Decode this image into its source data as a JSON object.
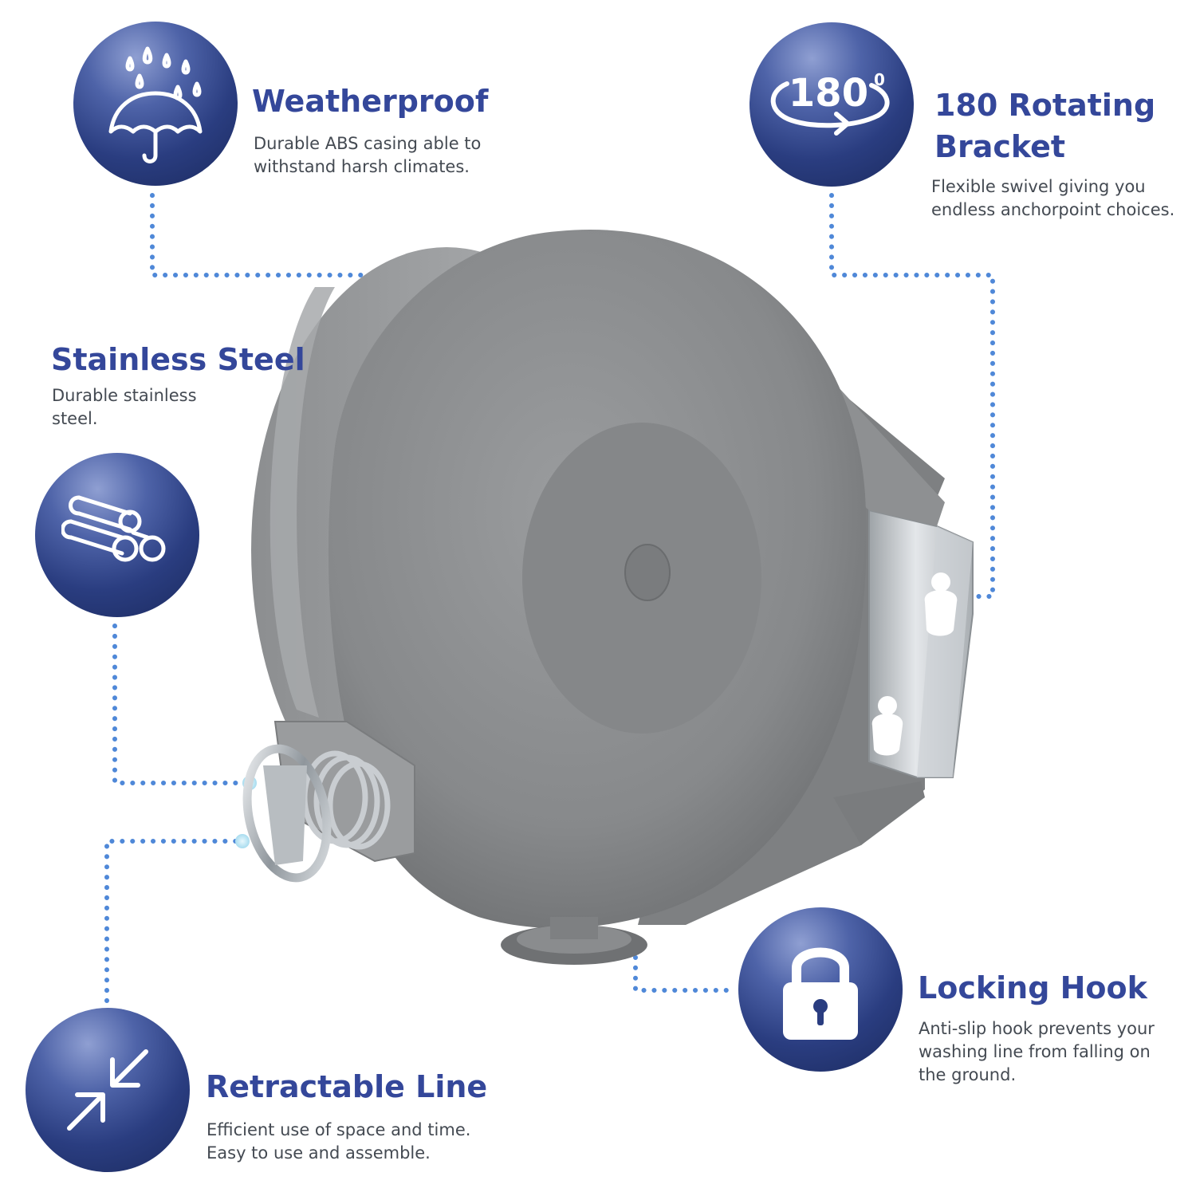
{
  "features": {
    "weatherproof": {
      "title": "Weatherproof",
      "desc_line1": "Durable ABS casing able to",
      "desc_line2": "withstand harsh climates.",
      "icon": "umbrella-rain-icon"
    },
    "rotating": {
      "title_line1": "180 Rotating",
      "title_line2": "Bracket",
      "desc_line1": "Flexible swivel giving you",
      "desc_line2": "endless anchorpoint choices.",
      "icon": "rotate-180-icon",
      "badge_main": "180",
      "badge_sup": "0"
    },
    "steel": {
      "title": "Stainless Steel",
      "desc_line1": "Durable stainless",
      "desc_line2": "steel.",
      "icon": "steel-pipes-icon"
    },
    "retractable": {
      "title": "Retractable Line",
      "desc_line1": "Efficient use of space and time.",
      "desc_line2": "Easy to use and assemble.",
      "icon": "retract-arrows-icon"
    },
    "locking": {
      "title": "Locking Hook",
      "desc_line1": "Anti-slip hook prevents your",
      "desc_line2": "washing line from falling on",
      "desc_line3": "the ground.",
      "icon": "padlock-icon"
    }
  },
  "colors": {
    "title": "#34479a",
    "text": "#444a52",
    "badge": "#2a3d80",
    "dots": "#4f88d8",
    "endpoint": "#bfe7f5",
    "product": "#8a8c8e"
  }
}
